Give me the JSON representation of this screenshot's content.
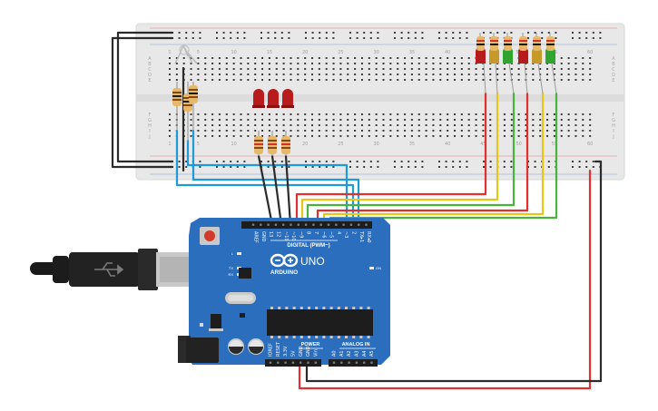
{
  "breadboard": {
    "column_numbers": [
      "1",
      "5",
      "10",
      "15",
      "20",
      "25",
      "30",
      "35",
      "40",
      "45",
      "50",
      "55",
      "60"
    ],
    "row_letters_top": [
      "A",
      "B",
      "C",
      "D",
      "E"
    ],
    "row_letters_bottom": [
      "F",
      "G",
      "H",
      "I",
      "J"
    ]
  },
  "arduino": {
    "logo_text": "ARDUINO",
    "model_text": "UNO",
    "digital_label": "DIGITAL (PWM~)",
    "digital_pins": [
      "AREF",
      "GND",
      "13",
      "12",
      "~11",
      "~10",
      "~9",
      "8",
      "7",
      "~6",
      "~5",
      "4",
      "~3",
      "2",
      "TX▸1",
      "RX◂0"
    ],
    "power_label": "POWER",
    "analog_label": "ANALOG IN",
    "power_pins": [
      "IOREF",
      "RESET",
      "3.3V",
      "5V",
      "GND",
      "GND",
      "Vin"
    ],
    "analog_pins": [
      "A0",
      "A1",
      "A2",
      "A3",
      "A4",
      "A5"
    ],
    "led_l": "L",
    "led_tx": "TX",
    "led_rx": "RX",
    "led_on": "ON"
  },
  "colors": {
    "board_blue": "#2a6ebd",
    "breadboard": "#e6e6e6",
    "wire_black": "#2b2b2b",
    "wire_blue": "#1e9ad6",
    "wire_red": "#e03030",
    "wire_yellow": "#e6c619",
    "wire_green": "#49b43c",
    "led_red": "#b81b1b",
    "led_green": "#2fa52f"
  }
}
